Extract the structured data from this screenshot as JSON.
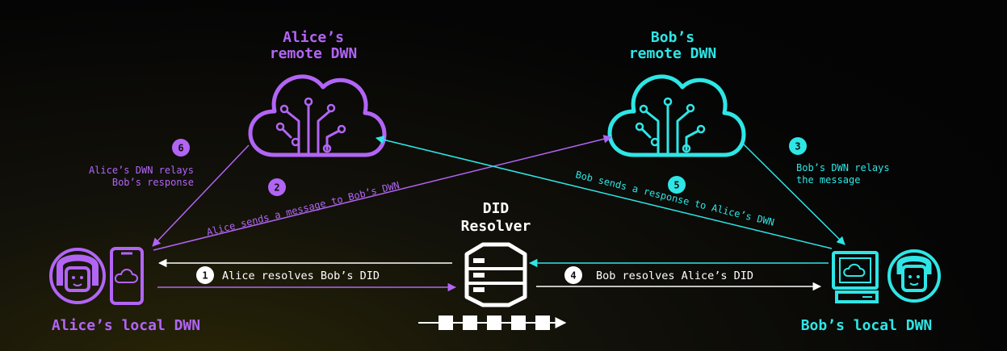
{
  "colors": {
    "purple": "#b265f5",
    "cyan": "#2ee6e6",
    "white": "#ffffff",
    "gray": "#d6d6d6"
  },
  "nodes": {
    "alice_remote": {
      "line1": "Alice’s",
      "line2": "remote DWN"
    },
    "bob_remote": {
      "line1": "Bob’s",
      "line2": "remote DWN"
    },
    "resolver": {
      "line1": "DID",
      "line2": "Resolver"
    },
    "alice_local": {
      "label": "Alice’s local DWN"
    },
    "bob_local": {
      "label": "Bob’s local DWN"
    }
  },
  "steps": [
    {
      "num": "1",
      "label": "Alice resolves Bob’s DID"
    },
    {
      "num": "2",
      "label": "Alice sends a message to Bob’s DWN"
    },
    {
      "num": "3",
      "line1": "Bob’s DWN relays",
      "line2": "the message"
    },
    {
      "num": "4",
      "label": "Bob resolves Alice’s DID"
    },
    {
      "num": "5",
      "label": "Bob sends a response to Alice’s DWN"
    },
    {
      "num": "6",
      "line1": "Alice’s DWN relays",
      "line2": "Bob’s response"
    }
  ]
}
